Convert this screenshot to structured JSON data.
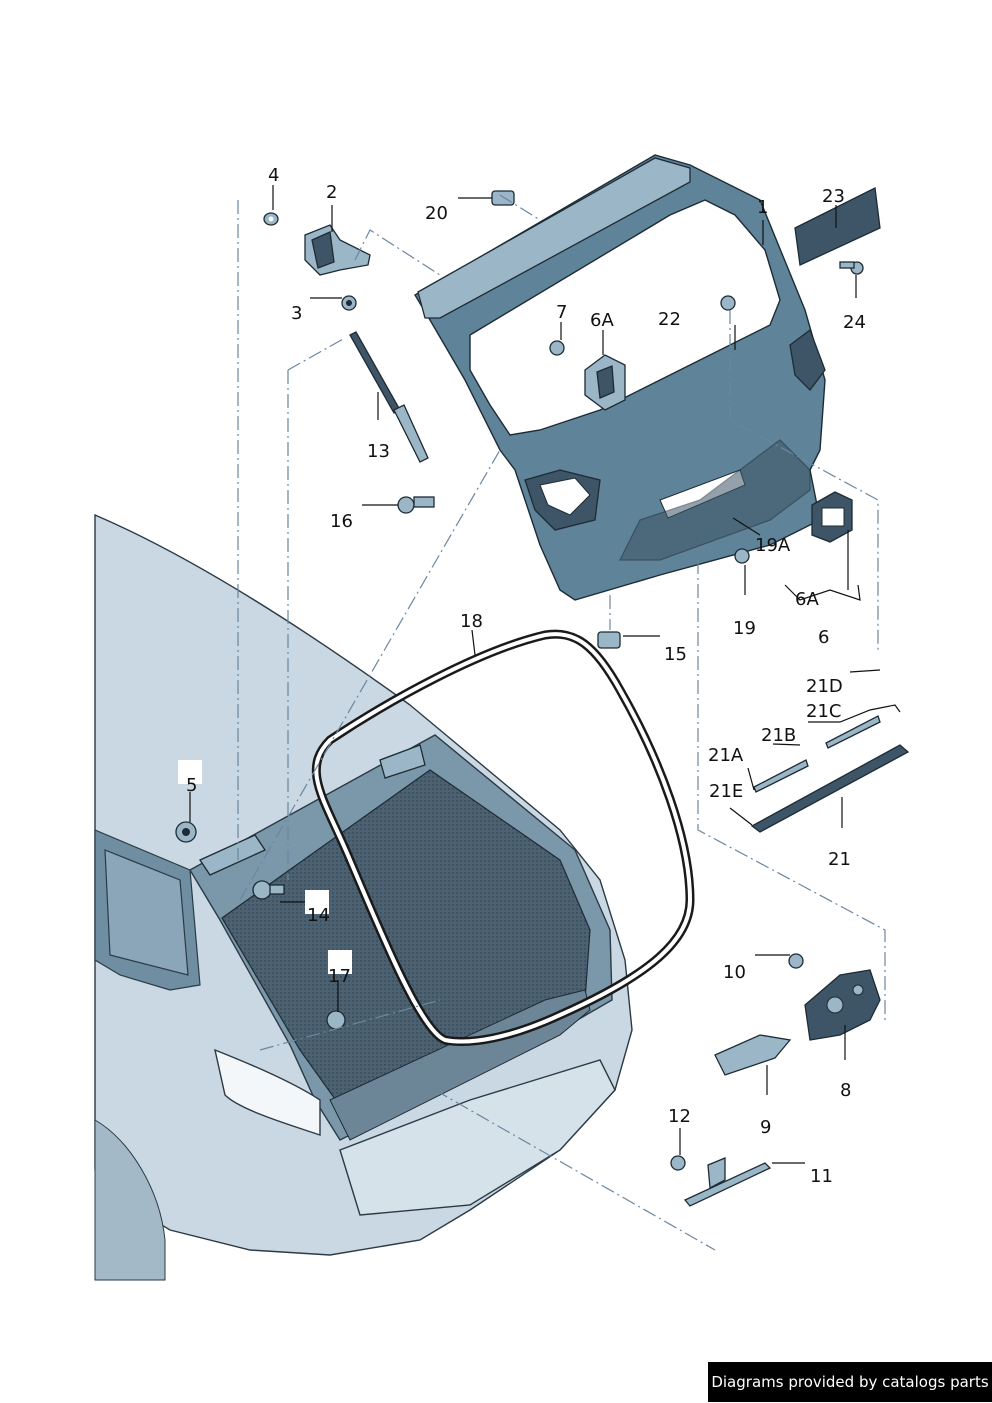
{
  "callouts": {
    "c1": "1",
    "c2": "2",
    "c3": "3",
    "c4": "4",
    "c5": "5",
    "c6": "6",
    "c6a_top": "6A",
    "c6a_bottom": "6A",
    "c7": "7",
    "c8": "8",
    "c9": "9",
    "c10": "10",
    "c11": "11",
    "c12": "12",
    "c13": "13",
    "c14": "14",
    "c15": "15",
    "c16": "16",
    "c17": "17",
    "c18": "18",
    "c19": "19",
    "c19a": "19A",
    "c20": "20",
    "c21": "21",
    "c21a": "21A",
    "c21b": "21B",
    "c21c": "21C",
    "c21d": "21D",
    "c21e": "21E",
    "c22": "22",
    "c23": "23",
    "c24": "24"
  },
  "footer": {
    "text": "Diagrams provided by catalogs parts"
  },
  "colors": {
    "part": "#5f8399",
    "car": "#c9d8e2",
    "footer_bg": "#000000",
    "footer_text": "#ffffff"
  }
}
